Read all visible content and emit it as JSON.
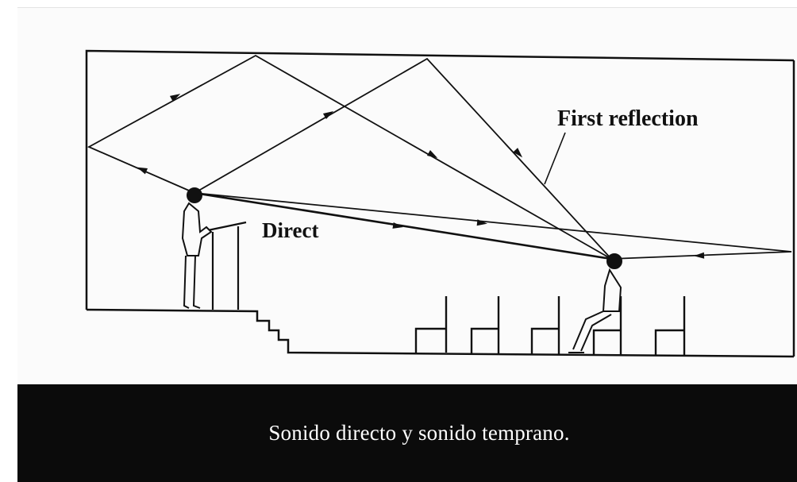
{
  "diagram": {
    "labels": {
      "first_reflection": "First reflection",
      "direct": "Direct"
    }
  },
  "caption": {
    "text": "Sonido directo y sonido temprano."
  },
  "colors": {
    "ink": "#111111",
    "paper": "#fbfbfb",
    "caption_bg": "#0b0b0b",
    "caption_fg": "#ffffff"
  }
}
